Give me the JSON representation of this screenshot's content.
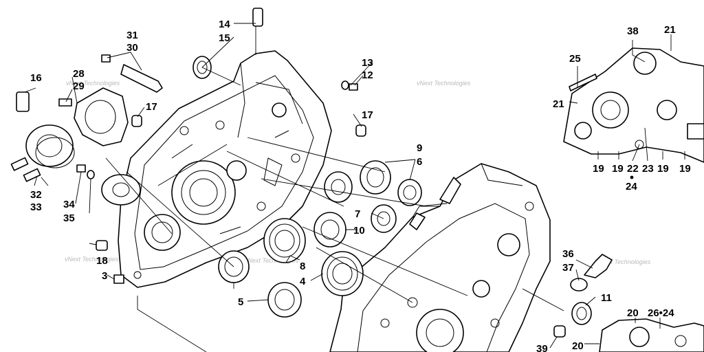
{
  "watermark": "vNext Technologies",
  "callouts": [
    {
      "id": "c1",
      "text": "14"
    },
    {
      "id": "c2",
      "text": "15"
    },
    {
      "id": "c3",
      "text": "31"
    },
    {
      "id": "c4",
      "text": "30"
    },
    {
      "id": "c5",
      "text": "16"
    },
    {
      "id": "c6",
      "text": "28"
    },
    {
      "id": "c7",
      "text": "29"
    },
    {
      "id": "c8",
      "text": "17"
    },
    {
      "id": "c9",
      "text": "13"
    },
    {
      "id": "c10",
      "text": "12"
    },
    {
      "id": "c11",
      "text": "17"
    },
    {
      "id": "c12",
      "text": "9"
    },
    {
      "id": "c13",
      "text": "6"
    },
    {
      "id": "c14",
      "text": "7"
    },
    {
      "id": "c15",
      "text": "10"
    },
    {
      "id": "c16",
      "text": "32"
    },
    {
      "id": "c17",
      "text": "33"
    },
    {
      "id": "c18",
      "text": "34"
    },
    {
      "id": "c19",
      "text": "35"
    },
    {
      "id": "c20",
      "text": "18"
    },
    {
      "id": "c21",
      "text": "3"
    },
    {
      "id": "c22",
      "text": "8"
    },
    {
      "id": "c23",
      "text": "4"
    },
    {
      "id": "c24",
      "text": "5"
    },
    {
      "id": "c25",
      "text": "38"
    },
    {
      "id": "c26",
      "text": "21"
    },
    {
      "id": "c27",
      "text": "25"
    },
    {
      "id": "c28",
      "text": "21"
    },
    {
      "id": "c29",
      "text": "19"
    },
    {
      "id": "c30",
      "text": "19"
    },
    {
      "id": "c31",
      "text": "22"
    },
    {
      "id": "c32",
      "text": "23"
    },
    {
      "id": "c33",
      "text": "19"
    },
    {
      "id": "c34",
      "text": "19"
    },
    {
      "id": "c35",
      "text": "24"
    },
    {
      "id": "c36",
      "text": "36"
    },
    {
      "id": "c37",
      "text": "37"
    },
    {
      "id": "c38",
      "text": "11"
    },
    {
      "id": "c39",
      "text": "20"
    },
    {
      "id": "c40",
      "text": "26•24"
    },
    {
      "id": "c41",
      "text": "39"
    },
    {
      "id": "c42",
      "text": "20"
    }
  ]
}
